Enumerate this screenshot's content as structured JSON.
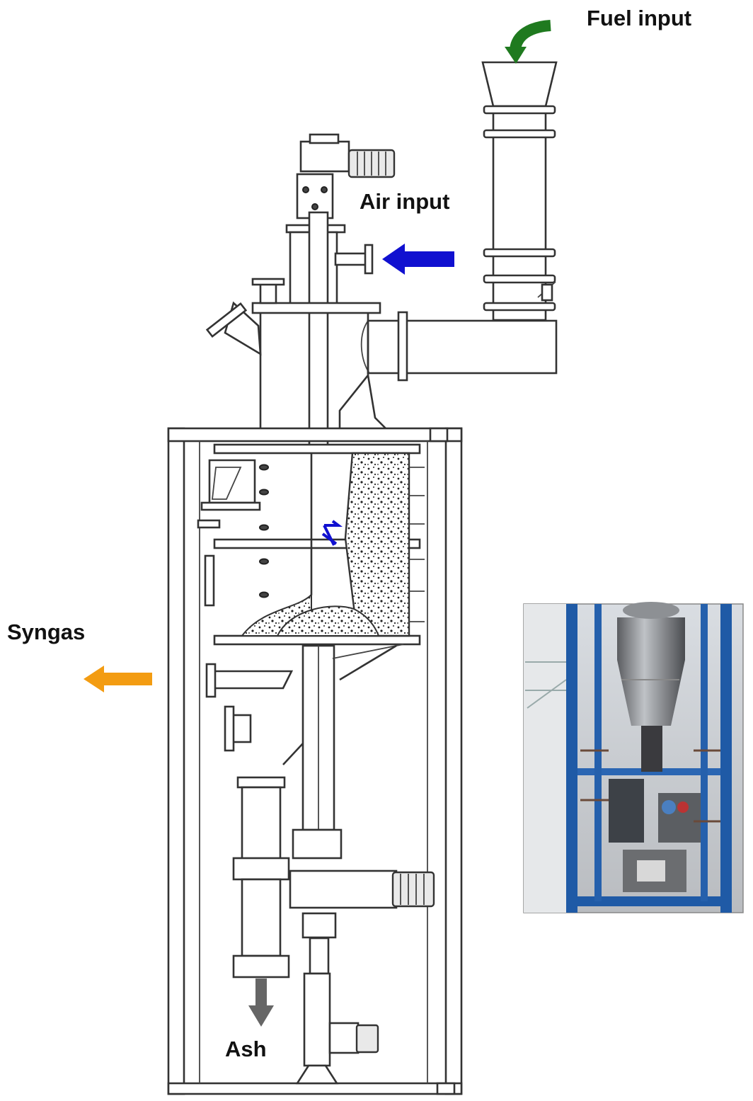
{
  "labels": {
    "fuel_input": "Fuel input",
    "air_input": "Air input",
    "syngas": "Syngas",
    "ash": "Ash"
  },
  "colors": {
    "fuel_arrow": "#1f7a1f",
    "air_arrow": "#1010d0",
    "syngas_arrow": "#f39c12",
    "ash_arrow": "#666666",
    "photo_frame": "#1f5aa6"
  },
  "icons": {
    "fuel_arrow": "curved-arrow-down-icon",
    "air_arrow": "arrow-left-icon",
    "syngas_arrow": "arrow-left-icon",
    "ash_arrow": "arrow-down-icon"
  }
}
